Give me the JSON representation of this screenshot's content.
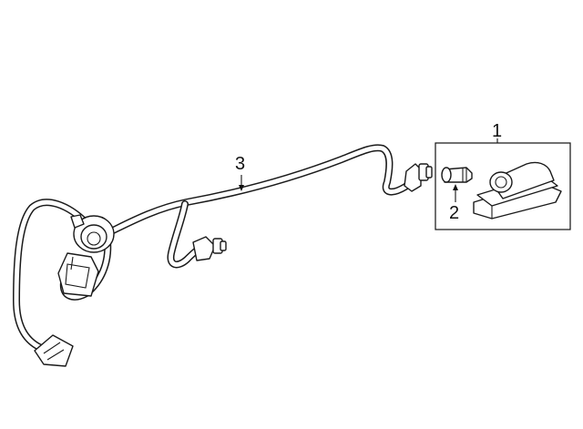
{
  "callouts": {
    "item_1": "1",
    "item_2": "2",
    "item_3": "3"
  }
}
